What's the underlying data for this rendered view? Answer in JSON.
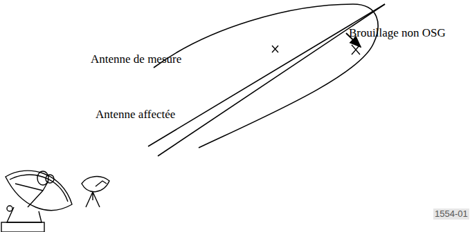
{
  "diagram": {
    "labels": [
      "Antenne de mesure",
      "Antenne affectée",
      "Brouillage non OSG",
      "1554-01"
    ]
  }
}
